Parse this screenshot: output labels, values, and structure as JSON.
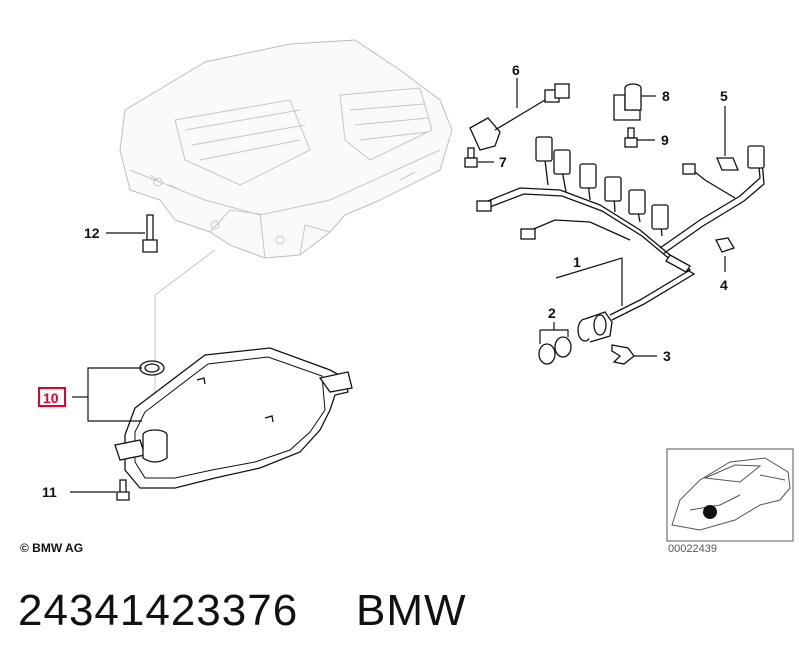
{
  "diagram": {
    "callouts": {
      "c1": "1",
      "c2": "2",
      "c3": "3",
      "c4": "4",
      "c5": "5",
      "c6": "6",
      "c7": "7",
      "c8": "8",
      "c9": "9",
      "c10": "10",
      "c11": "11",
      "c12": "12"
    },
    "highlighted_callout": "10",
    "highlight_color": "#e0002a",
    "copyright": "© BMW AG",
    "thumbnail_code": "00022439"
  },
  "caption": {
    "part_number": "24341423376",
    "brand": "BMW"
  }
}
